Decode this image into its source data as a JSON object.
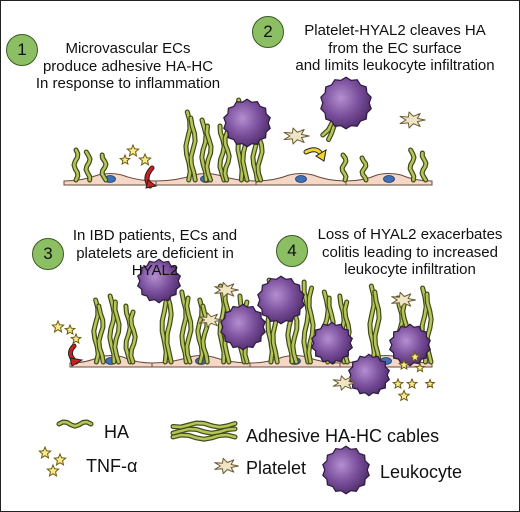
{
  "steps": [
    {
      "number": "1",
      "text": "Microvascular ECs\nproduce adhesive HA-HC\nIn response to inflammation"
    },
    {
      "number": "2",
      "text": "Platelet-HYAL2 cleaves HA\nfrom the EC surface\nand limits leukocyte infiltration"
    },
    {
      "number": "3",
      "text": "In IBD patients, ECs and\nplatelets are deficient in\nHYAL2"
    },
    {
      "number": "4",
      "text": "Loss of HYAL2 exacerbates\ncolitis leading to increased\nleukocyte infiltration"
    }
  ],
  "legend": {
    "ha": "HA",
    "cables": "Adhesive HA-HC cables",
    "tnf": "TNF-α",
    "platelet": "Platelet",
    "leukocyte": "Leukocyte"
  },
  "colors": {
    "ha_fill": "#b6c45a",
    "ha_edge": "#3e4a18",
    "cell": "#f5d7c8",
    "nucleus": "#3f6fb5",
    "leukocyte": "#7a4f9c",
    "leukocyte_edge": "#2e1a40",
    "platelet": "#efe4c4",
    "tnf": "#f7ea8a",
    "arrow_red": "#cc1f1f",
    "arrow_yellow": "#f3d42a",
    "badge": "#8cbf63"
  }
}
